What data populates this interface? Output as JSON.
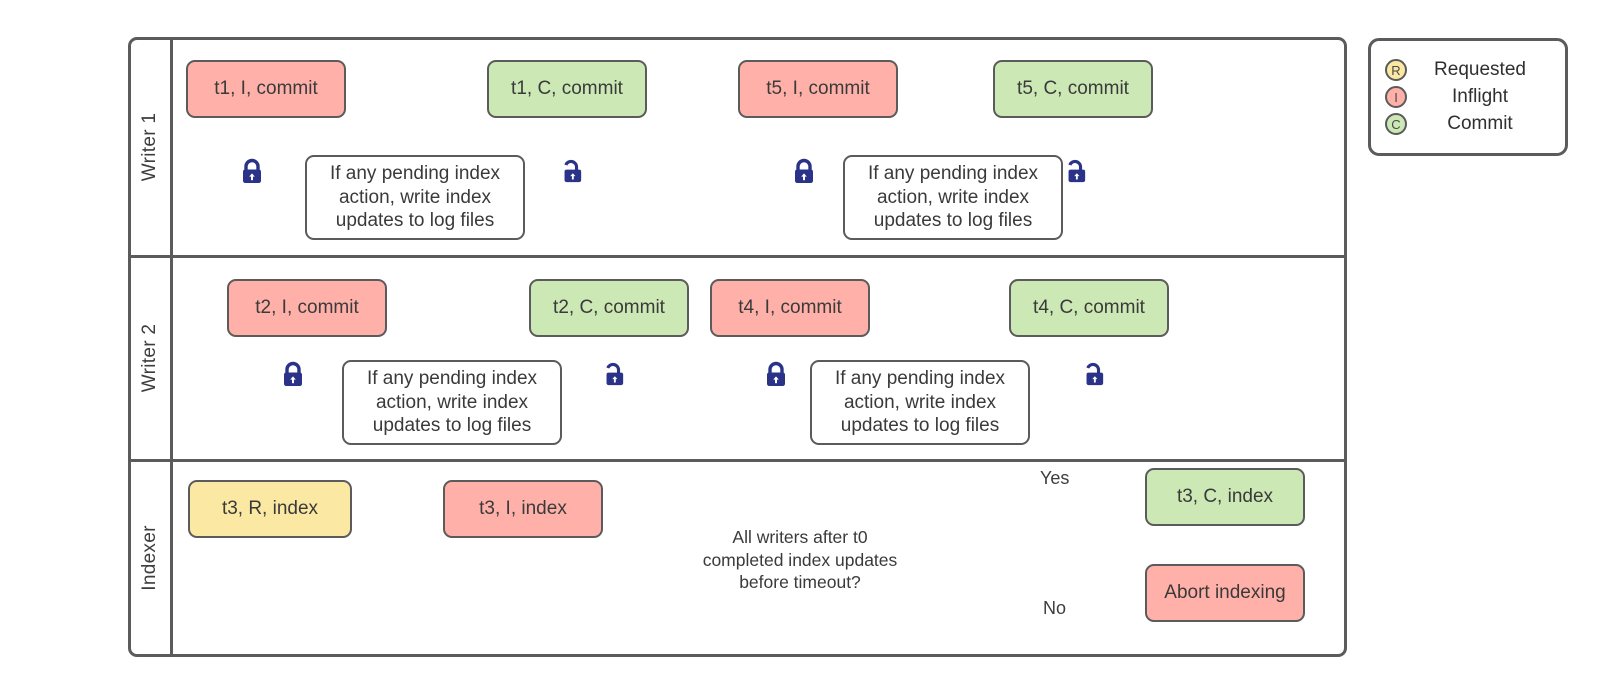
{
  "lanes": [
    {
      "label": "Writer 1"
    },
    {
      "label": "Writer 2"
    },
    {
      "label": "Indexer"
    }
  ],
  "writer1": {
    "t1_inflight": "t1, I, commit",
    "t1_process": "If any pending index action, write index updates to log files",
    "t1_commit": "t1, C, commit",
    "t5_inflight": "t5, I, commit",
    "t5_process": "If any pending index action, write index updates to log files",
    "t5_commit": "t5, C, commit"
  },
  "writer2": {
    "t2_inflight": "t2, I, commit",
    "t2_process": "If any pending index action, write index updates to log files",
    "t2_commit": "t2, C, commit",
    "t4_inflight": "t4, I, commit",
    "t4_process": "If any pending index action, write index updates to log files",
    "t4_commit": "t4, C, commit"
  },
  "indexer": {
    "t3_requested": "t3, R, index",
    "t3_inflight": "t3, I, index",
    "decision": "All writers after t0 completed index updates before timeout?",
    "yes_label": "Yes",
    "no_label": "No",
    "t3_commit": "t3, C, index",
    "abort": "Abort indexing"
  },
  "legend": {
    "items": [
      {
        "letter": "R",
        "label": "Requested"
      },
      {
        "letter": "I",
        "label": "Inflight"
      },
      {
        "letter": "C",
        "label": "Commit"
      }
    ]
  },
  "colors": {
    "requested_fill": "#fbe8a3",
    "inflight_fill": "#ffb1a9",
    "commit_fill": "#cce8b5",
    "border_gray": "#5b5b5b",
    "lock_blue": "#2a3387",
    "text_dark": "#3d3d3d"
  }
}
